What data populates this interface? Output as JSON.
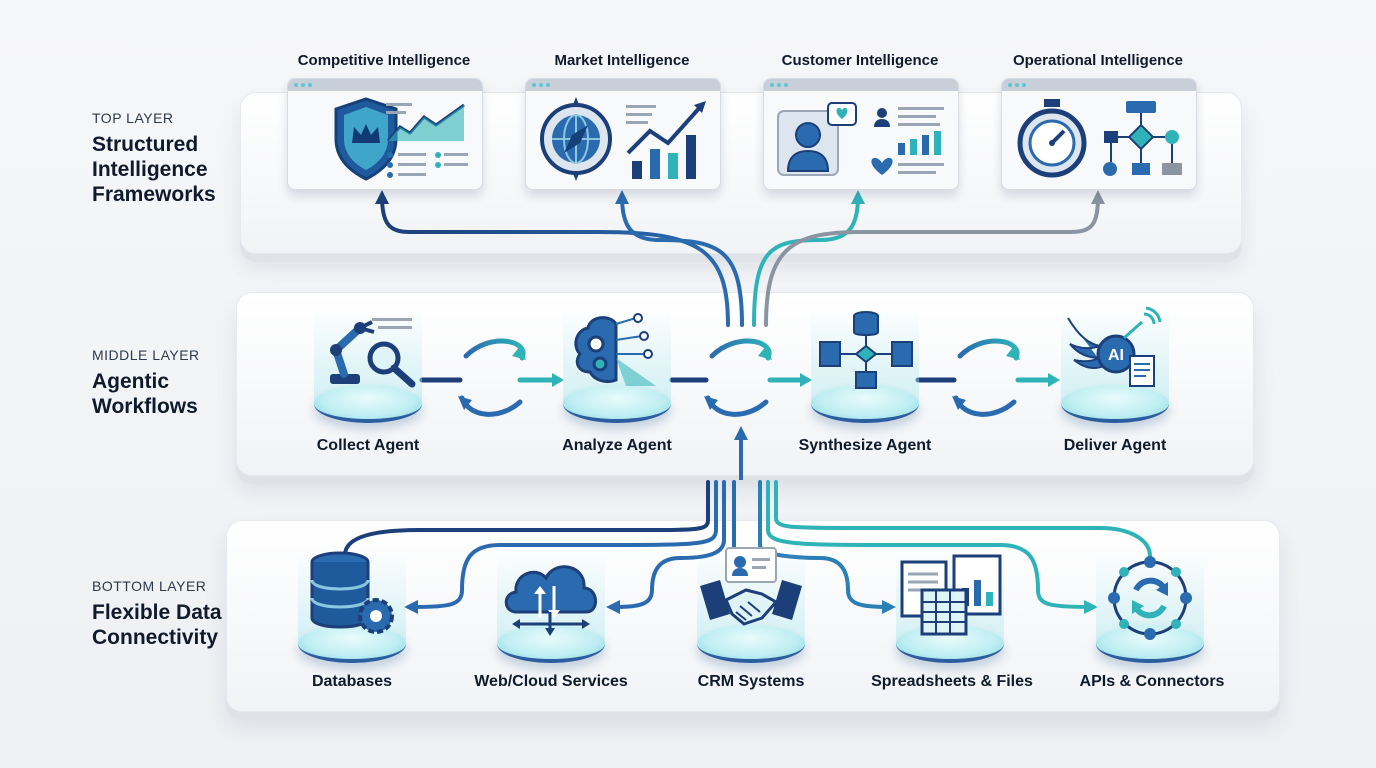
{
  "top_layer": {
    "tag": "TOP LAYER",
    "title": [
      "Structured",
      "Intelligence",
      "Frameworks"
    ],
    "frameworks": [
      {
        "label": "Competitive Intelligence",
        "icon": "shield-crown-icon"
      },
      {
        "label": "Market Intelligence",
        "icon": "compass-growth-chart-icon"
      },
      {
        "label": "Customer Intelligence",
        "icon": "customer-profile-icon"
      },
      {
        "label": "Operational Intelligence",
        "icon": "stopwatch-flowchart-icon"
      }
    ]
  },
  "middle_layer": {
    "tag": "MIDDLE LAYER",
    "title": [
      "Agentic",
      "Workflows"
    ],
    "agents": [
      {
        "label": "Collect Agent",
        "icon": "robot-arm-magnifier-icon"
      },
      {
        "label": "Analyze Agent",
        "icon": "brain-gears-icon"
      },
      {
        "label": "Synthesize Agent",
        "icon": "database-synthesis-icon"
      },
      {
        "label": "Deliver Agent",
        "icon": "winged-ai-document-icon"
      }
    ],
    "ai_badge": "AI"
  },
  "bottom_layer": {
    "tag": "BOTTOM LAYER",
    "title": [
      "Flexible Data",
      "Connectivity"
    ],
    "sources": [
      {
        "label": "Databases",
        "icon": "database-gear-icon"
      },
      {
        "label": "Web/Cloud Services",
        "icon": "cloud-sync-icon"
      },
      {
        "label": "CRM Systems",
        "icon": "handshake-contact-icon"
      },
      {
        "label": "Spreadsheets & Files",
        "icon": "spreadsheet-files-icon"
      },
      {
        "label": "APIs & Connectors",
        "icon": "api-connector-icon"
      }
    ]
  },
  "colors": {
    "navy": "#1c3f7a",
    "blue": "#2a6bb0",
    "teal": "#2fb3b8",
    "gray": "#8a94a3"
  }
}
